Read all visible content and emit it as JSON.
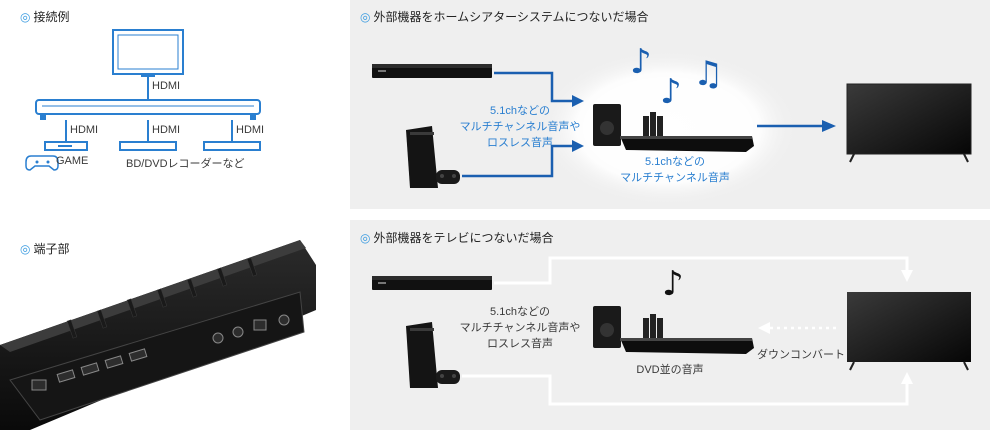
{
  "left": {
    "connection_heading": "接続例",
    "terminal_heading": "端子部",
    "hdmi_top": "HDMI",
    "hdmi_1": "HDMI",
    "hdmi_2": "HDMI",
    "hdmi_3": "HDMI",
    "game_label": "GAME",
    "recorder_label": "BD/DVDレコーダーなど"
  },
  "top_panel": {
    "heading": "外部機器をホームシアターシステムにつないだ場合",
    "source_label": [
      "5.1chなどの",
      "マルチチャンネル音声や",
      "ロスレス音声"
    ],
    "output_label": [
      "5.1chなどの",
      "マルチチャンネル音声"
    ]
  },
  "bottom_panel": {
    "heading": "外部機器をテレビにつないだ場合",
    "source_label": [
      "5.1chなどの",
      "マルチチャンネル音声や",
      "ロスレス音声"
    ],
    "downconvert_label": "ダウンコンバート",
    "output_label": "DVD並の音声"
  },
  "colors": {
    "accent": "#1a5fb0",
    "heading_mark": "#3a9be0",
    "panel": "#efefef"
  }
}
